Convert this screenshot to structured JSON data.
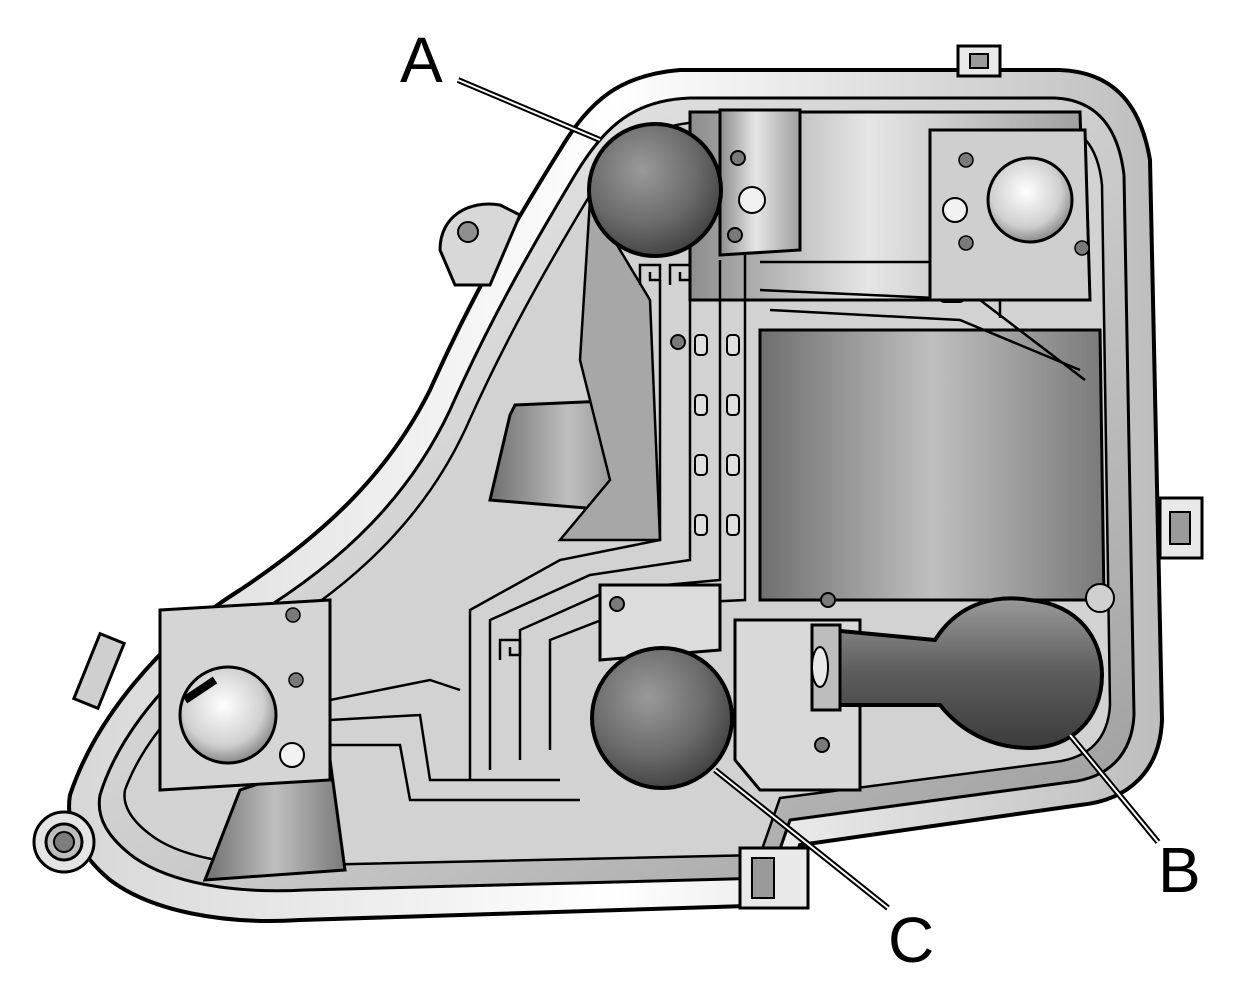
{
  "callouts": {
    "a": "A",
    "b": "B",
    "c": "C"
  },
  "colors": {
    "outline": "#000000",
    "housing_light": "#e9e9e9",
    "housing_mid": "#b8b8b8",
    "housing_dark": "#7c7c7c",
    "bulb": "#6a6a6a"
  }
}
